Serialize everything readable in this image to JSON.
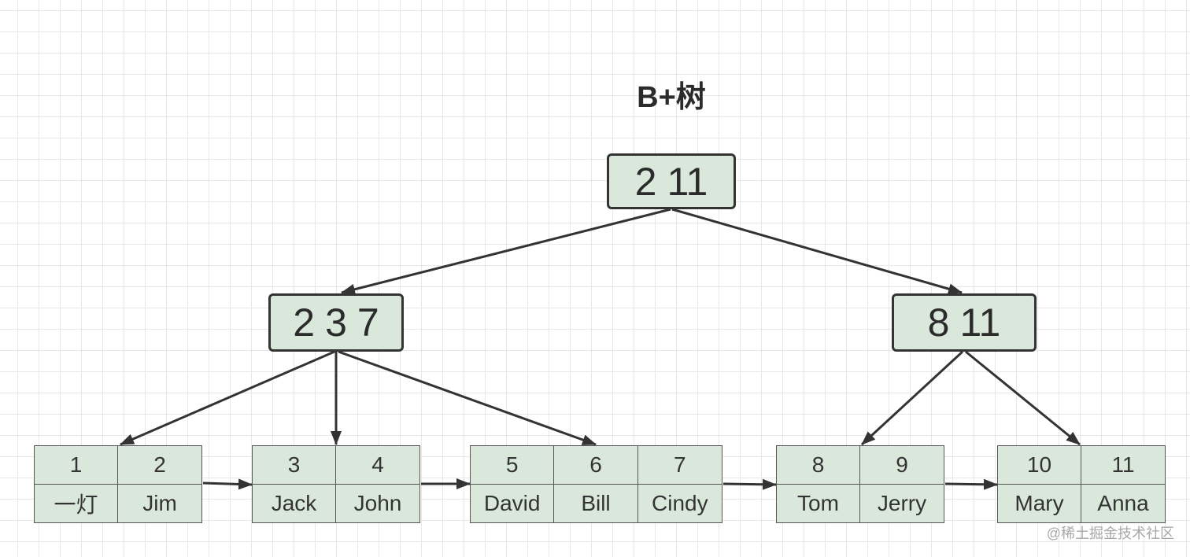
{
  "title": "B+树",
  "root": {
    "keys": [
      "2",
      "11"
    ]
  },
  "internal_nodes": [
    {
      "keys": [
        "2",
        "3",
        "7"
      ]
    },
    {
      "keys": [
        "8",
        "11"
      ]
    }
  ],
  "leaves": [
    {
      "keys": [
        "1",
        "2"
      ],
      "values": [
        "一灯",
        "Jim"
      ]
    },
    {
      "keys": [
        "3",
        "4"
      ],
      "values": [
        "Jack",
        "John"
      ]
    },
    {
      "keys": [
        "5",
        "6",
        "7"
      ],
      "values": [
        "David",
        "Bill",
        "Cindy"
      ]
    },
    {
      "keys": [
        "8",
        "9"
      ],
      "values": [
        "Tom",
        "Jerry"
      ]
    },
    {
      "keys": [
        "10",
        "11"
      ],
      "values": [
        "Mary",
        "Anna"
      ]
    }
  ],
  "watermark": "@稀土掘金技术社区",
  "colors": {
    "node-fill": "#dae7db",
    "node-border": "#333333",
    "leaf-border": "#555555",
    "arrow": "#333333",
    "grid-line": "#e8e8e8",
    "text": "#2b2b2b",
    "watermark": "#a8a8a8"
  }
}
